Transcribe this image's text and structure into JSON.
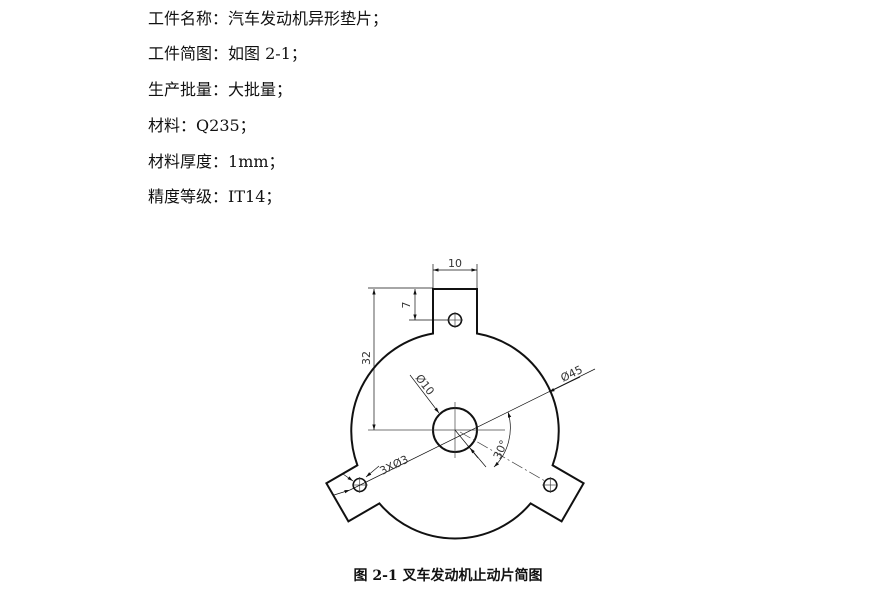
{
  "specs": [
    {
      "label": "工件名称：",
      "value": "汽车发动机异形垫片；"
    },
    {
      "label": "工件简图：",
      "value": "如图 2-1；"
    },
    {
      "label": "生产批量：",
      "value": "大批量；"
    },
    {
      "label": "材料：",
      "value": "Q235；"
    },
    {
      "label": "材料厚度：",
      "value": "1mm；"
    },
    {
      "label": "精度等级：",
      "value": "IT14；"
    }
  ],
  "figure": {
    "dimensions": {
      "tab_width": "10",
      "hole_offset": "7",
      "tab_height": "32",
      "center_hole": "Ø10",
      "outer_diameter": "Ø45",
      "small_holes": "3XØ3",
      "angle": "30°"
    },
    "caption": "图 2-1 叉车发动机止动片简图"
  }
}
